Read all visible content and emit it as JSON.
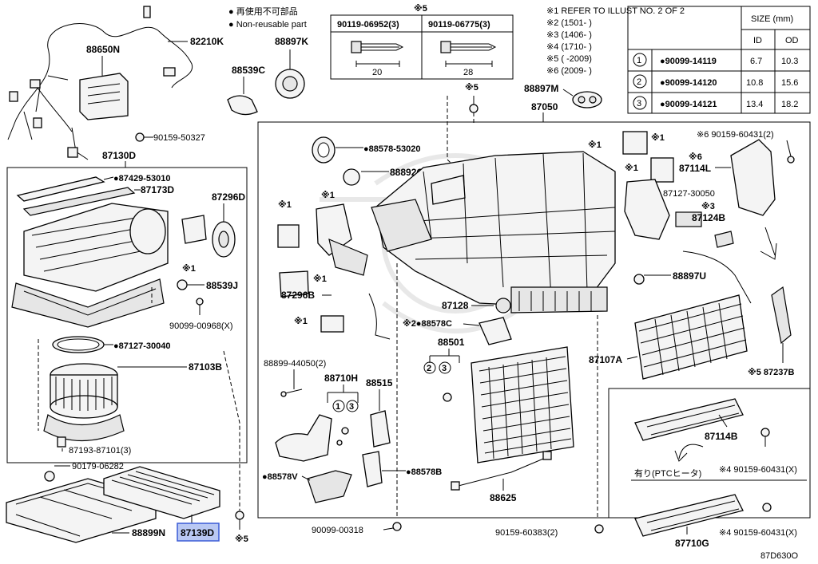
{
  "legend": {
    "reuse_not_jp": "● 再使用不可部品",
    "reuse_not_en": "● Non-reusable part"
  },
  "bolts_box": {
    "note": "※5",
    "items": [
      {
        "part": "90119-06952(3)",
        "length": "20"
      },
      {
        "part": "90119-06775(3)",
        "length": "28"
      }
    ]
  },
  "notes": [
    "※1 REFER TO ILLUST NO. 2 OF 2",
    "※2 (1501-        )",
    "※3 (1406-        )",
    "※4 (1710-        )",
    "※5 (        -2009)",
    "※6 (2009-        )"
  ],
  "size_table": {
    "header_size": "SIZE (mm)",
    "header_id": "ID",
    "header_od": "OD",
    "rows": [
      {
        "num": "1",
        "part": "●90099-14119",
        "id": "6.7",
        "od": "10.3"
      },
      {
        "num": "2",
        "part": "●90099-14120",
        "id": "10.8",
        "od": "15.6"
      },
      {
        "num": "3",
        "part": "●90099-14121",
        "id": "13.4",
        "od": "18.2"
      }
    ]
  },
  "labels": {
    "p82210K": "82210K",
    "p88650N": "88650N",
    "p88897K": "88897K",
    "p88539C": "88539C",
    "p90159_50327": "90159-50327",
    "p87130D": "87130D",
    "p87429_53010": "●87429-53010",
    "p87173D": "87173D",
    "p87296D": "87296D",
    "p88539J": "88539J",
    "p90099_00968": "90099-00968(X)",
    "p87127_30040": "●87127-30040",
    "p87103B": "87103B",
    "p87193_87101": "87193-87101(3)",
    "p90179_06282": "90179-06282",
    "p88899N": "88899N",
    "p87139D": "87139D",
    "note5_a": "※5",
    "note5_b": "※5",
    "note5_c": "※5",
    "note1_a": "※1",
    "note1_b": "※1",
    "note1_c": "※1",
    "note1_d": "※1",
    "note1_e": "※1",
    "note1_f": "※1",
    "note1_g": "※1",
    "note1_h": "※1",
    "p88897M": "88897M",
    "p87050": "87050",
    "p88578_53020": "●88578-53020",
    "p88892Q": "88892Q",
    "p87296B": "87296B",
    "p88899_44050": "88899-44050(2)",
    "p88710H": "88710H",
    "p88515": "88515",
    "p88578V": "●88578V",
    "p88578B": "●88578B",
    "p90099_00318": "90099-00318",
    "p87128": "87128",
    "p88578C": "※2●88578C",
    "p88501": "88501",
    "p88625": "88625",
    "p90159_60383": "90159-60383(2)",
    "p90159_60431_top": "※6 90159-60431(2)",
    "p87114L": "87114L",
    "p87114L_note": "※6",
    "p87127_30050": "87127-30050",
    "p87124B": "87124B",
    "p87124B_note": "※3",
    "p88897U": "88897U",
    "p87107A": "87107A",
    "p87237B": "※5 87237B",
    "p87114B": "87114B",
    "p90159_60431_mid": "※4 90159-60431(X)",
    "ptc_label": "有り(PTCヒータ)",
    "p87710G": "87710G",
    "p90159_60431_bot": "※4 90159-60431(X)",
    "c1": "1",
    "c3a": "3",
    "c2": "2",
    "c3b": "3",
    "diagram_id": "87D630O"
  }
}
